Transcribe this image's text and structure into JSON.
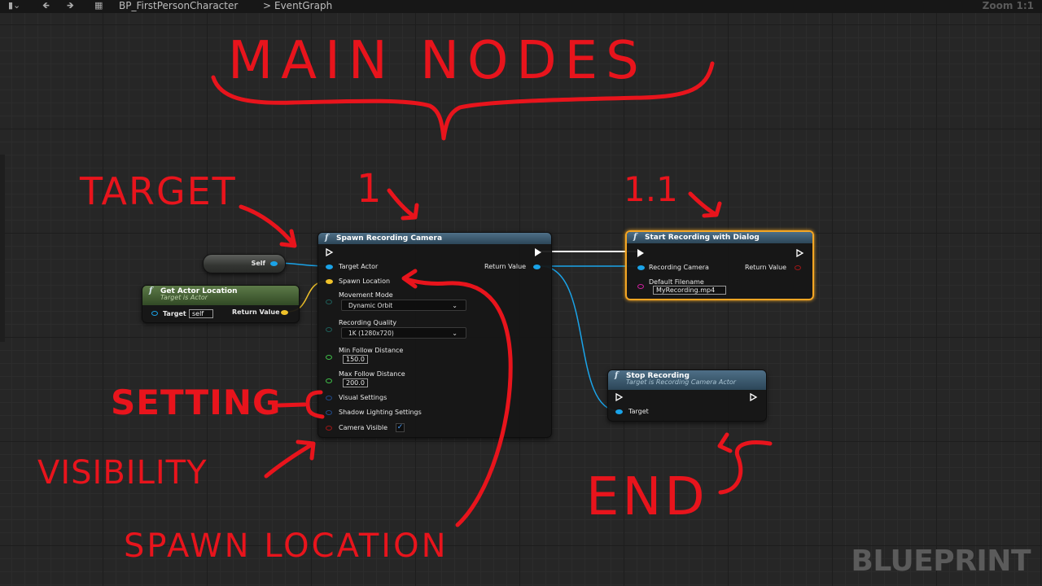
{
  "toolbar": {
    "breadcrumb_blueprint": "BP_FirstPersonCharacter",
    "breadcrumb_sep": ">",
    "breadcrumb_graph": "EventGraph",
    "zoom": "Zoom 1:1"
  },
  "nodes": {
    "self": {
      "label": "Self"
    },
    "get_actor_location": {
      "title": "Get Actor Location",
      "subtitle": "Target is Actor",
      "target_label": "Target",
      "target_value": "self",
      "return_label": "Return Value"
    },
    "spawn_recording_camera": {
      "title": "Spawn Recording Camera",
      "target_actor": "Target Actor",
      "return_value": "Return Value",
      "spawn_location": "Spawn Location",
      "movement_mode_label": "Movement Mode",
      "movement_mode_value": "Dynamic Orbit",
      "recording_quality_label": "Recording Quality",
      "recording_quality_value": "1K (1280x720)",
      "min_follow_label": "Min Follow Distance",
      "min_follow_value": "150.0",
      "max_follow_label": "Max Follow Distance",
      "max_follow_value": "200.0",
      "visual_settings": "Visual Settings",
      "shadow_lighting": "Shadow Lighting Settings",
      "camera_visible": "Camera Visible",
      "camera_visible_checked": true
    },
    "start_recording": {
      "title": "Start Recording with Dialog",
      "recording_camera": "Recording Camera",
      "return_value": "Return Value",
      "default_filename_label": "Default Filename",
      "default_filename_value": "MyRecording.mp4"
    },
    "stop_recording": {
      "title": "Stop Recording",
      "subtitle": "Target is Recording Camera Actor",
      "target_label": "Target"
    }
  },
  "annotations": {
    "main_nodes": "MAIN   NODES",
    "step_1": "1",
    "step_1_1": "1.1",
    "target": "TARGET",
    "setting": "SETTING",
    "visibility": "VISIBILITY",
    "spawn_location": "SPAWN  LOCATION",
    "end": "END"
  },
  "watermark": "BLUEPRINT",
  "colors": {
    "annotation_red": "#e8141c",
    "selection_orange": "#f5a623",
    "object_pin_blue": "#1aa3e8",
    "vector_pin_yellow": "#f0c22a",
    "function_header_blue": "#3d5a70",
    "pure_header_green": "#4a6a36"
  },
  "icons": {
    "function": "f",
    "exec": "exec-arrow-icon",
    "dropdown": "chevron-down-icon",
    "checkbox": "checkmark-icon"
  }
}
